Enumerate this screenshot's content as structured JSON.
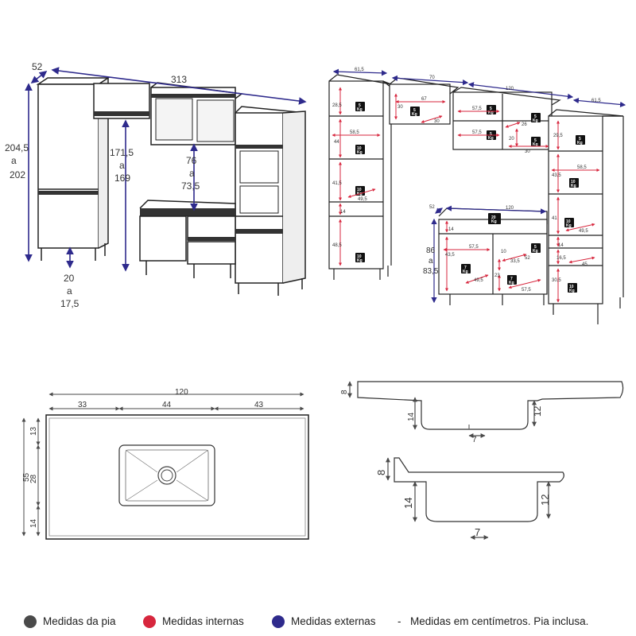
{
  "colors": {
    "sink": "#4a4a4a",
    "internal": "#d7263d",
    "external": "#2e2a8c",
    "line": "#222222"
  },
  "external_dims": {
    "depth": "52",
    "width": "313",
    "height_top": "204,5",
    "height_a": "a",
    "height_bottom": "202",
    "upper_top": "171,5",
    "upper_a": "a",
    "upper_bottom": "169",
    "gap_top": "76",
    "gap_a": "a",
    "gap_bottom": "73,5",
    "feet_top": "20",
    "feet_a": "a",
    "feet_bottom": "17,5"
  },
  "internal_dims": {
    "w1": "61,5",
    "w2": "70",
    "w3": "120",
    "w4": "61,5",
    "l_h1": "28,5",
    "l_h2": "44",
    "l_h3": "41,5",
    "l_h4": "14",
    "l_h5": "48,5",
    "l_w1": "58,5",
    "l_w2": "49,5",
    "o_d1": "67",
    "o_h1": "30",
    "o_d2": "30",
    "c_w1": "57,5",
    "c_w2": "26",
    "c_h1": "20",
    "c_w3": "30",
    "r_h1": "29,5",
    "r_h2": "43,5",
    "r_h3": "41",
    "r_h4": "14",
    "r_h5": "16,5",
    "r_h6": "30,5",
    "r_w1": "58,5",
    "r_w2": "49,5",
    "r_w3": "45",
    "b_w": "120",
    "b_d": "52",
    "b_h1": "14",
    "b_h2": "43,5",
    "b_w1": "57,5",
    "b_w2": "49,5",
    "b_w3": "10",
    "b_w4": "33,5",
    "b_w5": "52",
    "b_w6": "23",
    "b_w7": "57,5",
    "h_top": "86",
    "h_a": "a",
    "h_bottom": "83,5"
  },
  "weights": {
    "kg5": "5",
    "kg7": "7",
    "kg10": "10",
    "kg20": "20",
    "unit": "Kg"
  },
  "sink_dims": {
    "total": "120",
    "seg1": "33",
    "seg2": "44",
    "seg3": "43",
    "v1": "13",
    "v_total": "55",
    "v2": "28",
    "v3": "14",
    "top_thk": "8",
    "bowl_depth1": "14",
    "bowl_depth2": "12",
    "drain": "7",
    "top_thk2": "8",
    "bowl_depth3": "14",
    "bowl_depth4": "12",
    "drain2": "7"
  },
  "legend": {
    "sink": "Medidas da pia",
    "internal": "Medidas internas",
    "external": "Medidas externas",
    "sep": "-",
    "note": "Medidas em centímetros. Pia inclusa."
  }
}
